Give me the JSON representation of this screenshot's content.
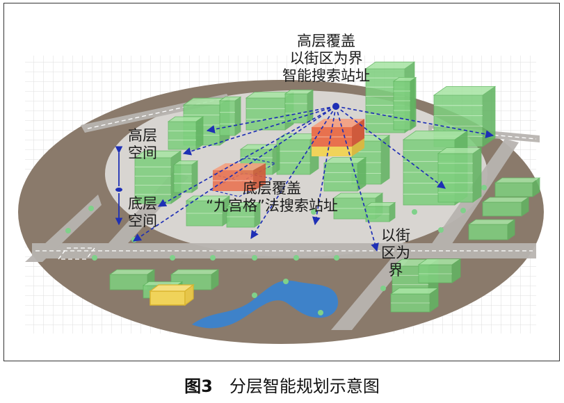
{
  "labels": {
    "top_title": [
      "高层覆盖",
      "以街区为界",
      "智能搜索站址"
    ],
    "high_space": [
      "高层",
      "空间"
    ],
    "low_space": [
      "底层",
      "空间"
    ],
    "bottom_title": [
      "底层覆盖",
      "“九宫格”法搜索站址"
    ],
    "block_boundary": [
      "以街",
      "区为",
      "界"
    ]
  },
  "caption": {
    "number": "图3",
    "text": "分层智能规划示意图"
  },
  "colors": {
    "ground": "#8a7a6b",
    "coverage": "#eeeeee",
    "building": "#7fcf7f",
    "building_top": "#a8e4a4",
    "red_site": "#e8714e",
    "yellow_site": "#f0d35a",
    "arrows": "#1e2fb5",
    "river": "#3e82c9"
  }
}
